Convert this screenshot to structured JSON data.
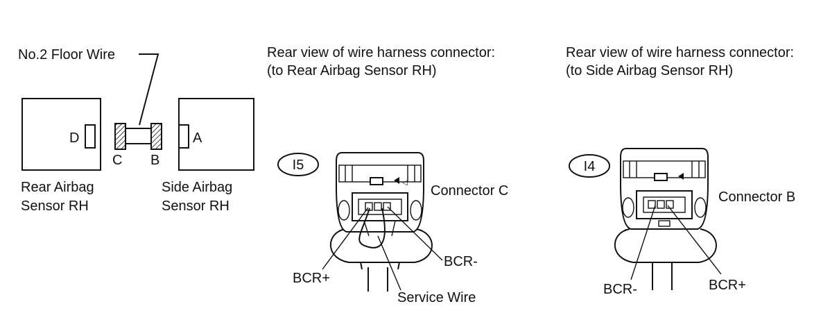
{
  "left": {
    "floor_wire_label": "No.2 Floor Wire",
    "rear_sensor_pin": "D",
    "side_sensor_pin": "A",
    "wire_end_left": "C",
    "wire_end_right": "B",
    "rear_sensor_line1": "Rear Airbag",
    "rear_sensor_line2": "Sensor RH",
    "side_sensor_line1": "Side Airbag",
    "side_sensor_line2": "Sensor RH"
  },
  "middle": {
    "title_line1": "Rear view of wire harness connector:",
    "title_line2": "(to Rear Airbag Sensor RH)",
    "connector_code": "I5",
    "connector_name": "Connector C",
    "pin_left": "BCR+",
    "pin_right": "BCR-",
    "service_wire": "Service Wire"
  },
  "right": {
    "title_line1": "Rear view of wire harness connector:",
    "title_line2": "(to Side Airbag Sensor RH)",
    "connector_code": "I4",
    "connector_name": "Connector B",
    "pin_left": "BCR-",
    "pin_right": "BCR+"
  }
}
